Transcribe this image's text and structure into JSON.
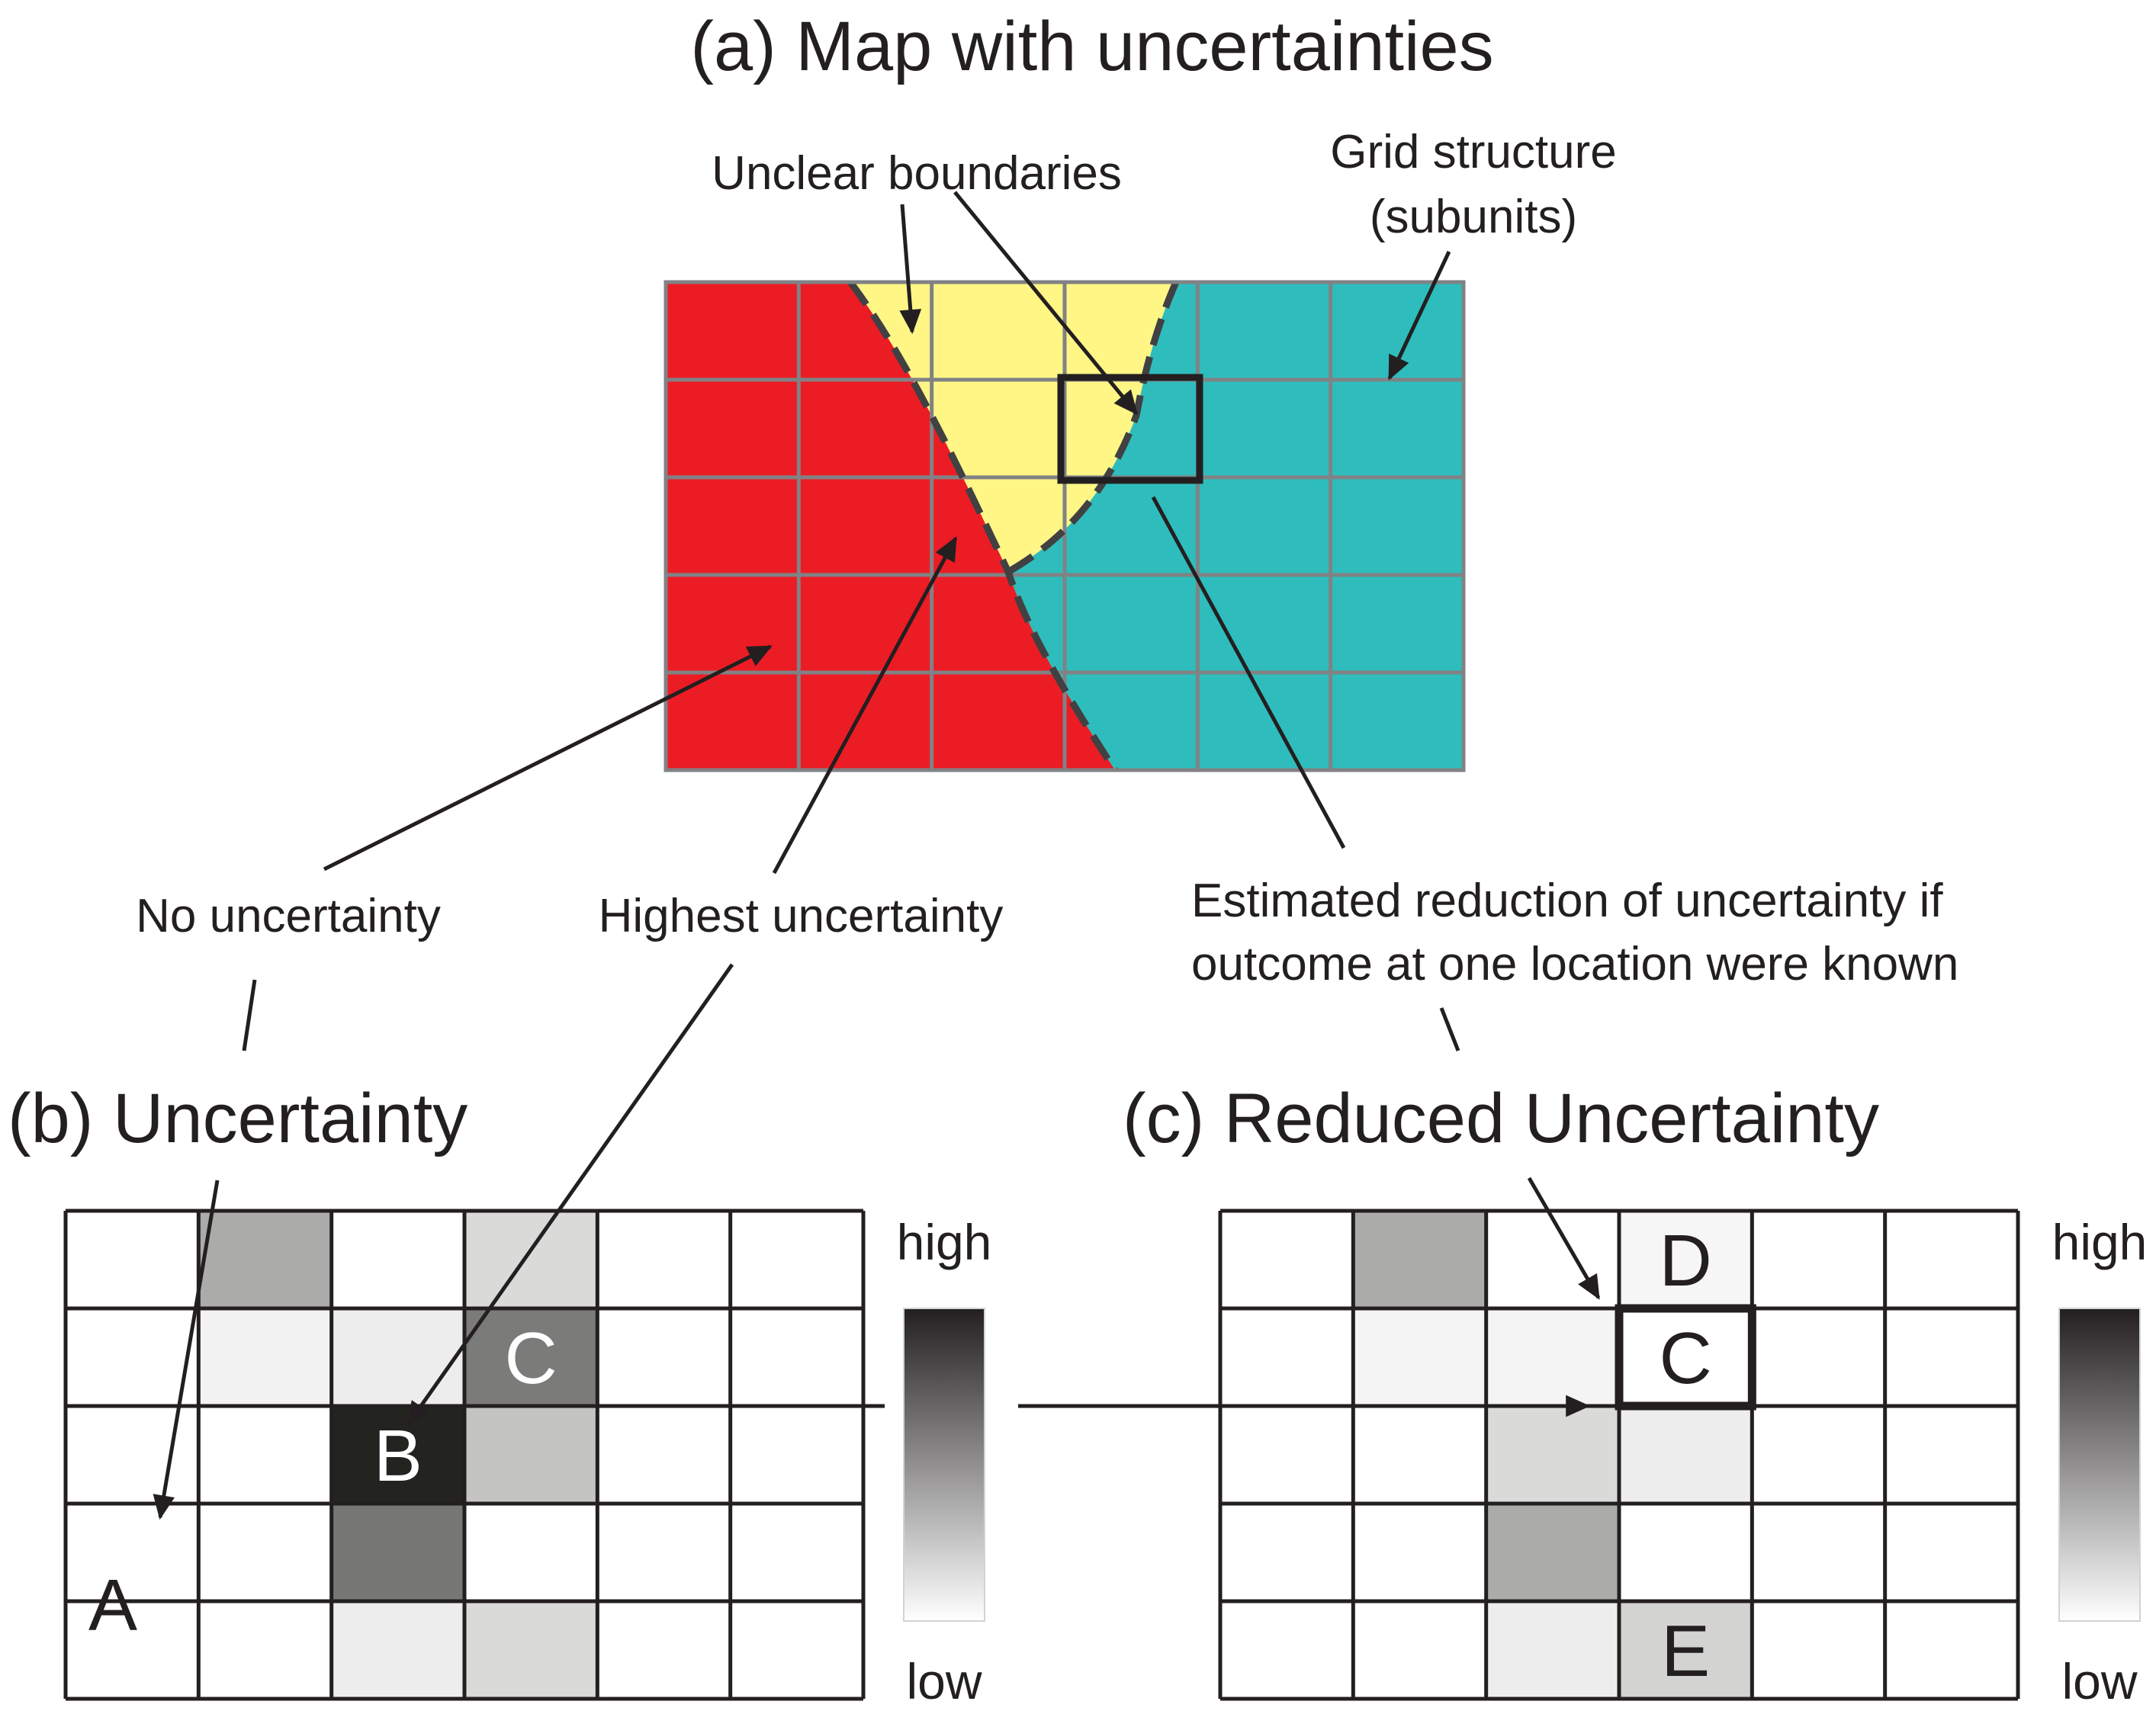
{
  "panel_a": {
    "title": "(a) Map with uncertainties",
    "labels": {
      "unclear_boundaries": "Unclear boundaries",
      "grid_structure_line1": "Grid structure",
      "grid_structure_line2": "(subunits)",
      "no_uncertainty": "No uncertainty",
      "highest_uncertainty": "Highest uncertainty",
      "estimated_reduction_line1": "Estimated reduction of uncertainty if",
      "estimated_reduction_line2": "outcome at one location were known"
    },
    "grid": {
      "rows": 5,
      "cols": 6
    },
    "colors": {
      "red_region": "#ec1c24",
      "yellow_region": "#fff685",
      "teal_region": "#2ebdbc",
      "grid_line": "#808285",
      "boundary": "#414042"
    }
  },
  "panel_b": {
    "title": "(b) Uncertainty",
    "grid": {
      "rows": 5,
      "cols": 6
    },
    "cell_values": [
      [
        0,
        0.38,
        0,
        0.17,
        0,
        0
      ],
      [
        0,
        0.06,
        0.08,
        0.6,
        0,
        0
      ],
      [
        0,
        0,
        1.0,
        0.27,
        0,
        0
      ],
      [
        0,
        0,
        0.62,
        0,
        0,
        0
      ],
      [
        0,
        0,
        0.08,
        0.17,
        0,
        0
      ]
    ],
    "cell_labels": [
      {
        "row": 3,
        "col": 0,
        "text": "A",
        "dark": false
      },
      {
        "row": 2,
        "col": 2,
        "text": "B",
        "dark": true
      },
      {
        "row": 1,
        "col": 3,
        "text": "C",
        "dark": true
      }
    ],
    "legend": {
      "high": "high",
      "low": "low"
    }
  },
  "panel_c": {
    "title": "(c) Reduced Uncertainty",
    "grid": {
      "rows": 5,
      "cols": 6
    },
    "cell_values": [
      [
        0,
        0.38,
        0,
        0.04,
        0,
        0
      ],
      [
        0,
        0.05,
        0.05,
        0,
        0,
        0
      ],
      [
        0,
        0,
        0.17,
        0.08,
        0,
        0
      ],
      [
        0,
        0,
        0.38,
        0,
        0,
        0
      ],
      [
        0,
        0,
        0.08,
        0.2,
        0,
        0
      ]
    ],
    "cell_labels": [
      {
        "row": 0,
        "col": 3,
        "text": "D",
        "dark": false
      },
      {
        "row": 1,
        "col": 3,
        "text": "C",
        "dark": false
      },
      {
        "row": 4,
        "col": 3,
        "text": "E",
        "dark": false
      }
    ],
    "highlighted_cell": {
      "row": 1,
      "col": 3
    },
    "legend": {
      "high": "high",
      "low": "low"
    }
  },
  "colors": {
    "text": "#231f20",
    "gradient_high": "#231f20",
    "gradient_low": "#ffffff"
  }
}
